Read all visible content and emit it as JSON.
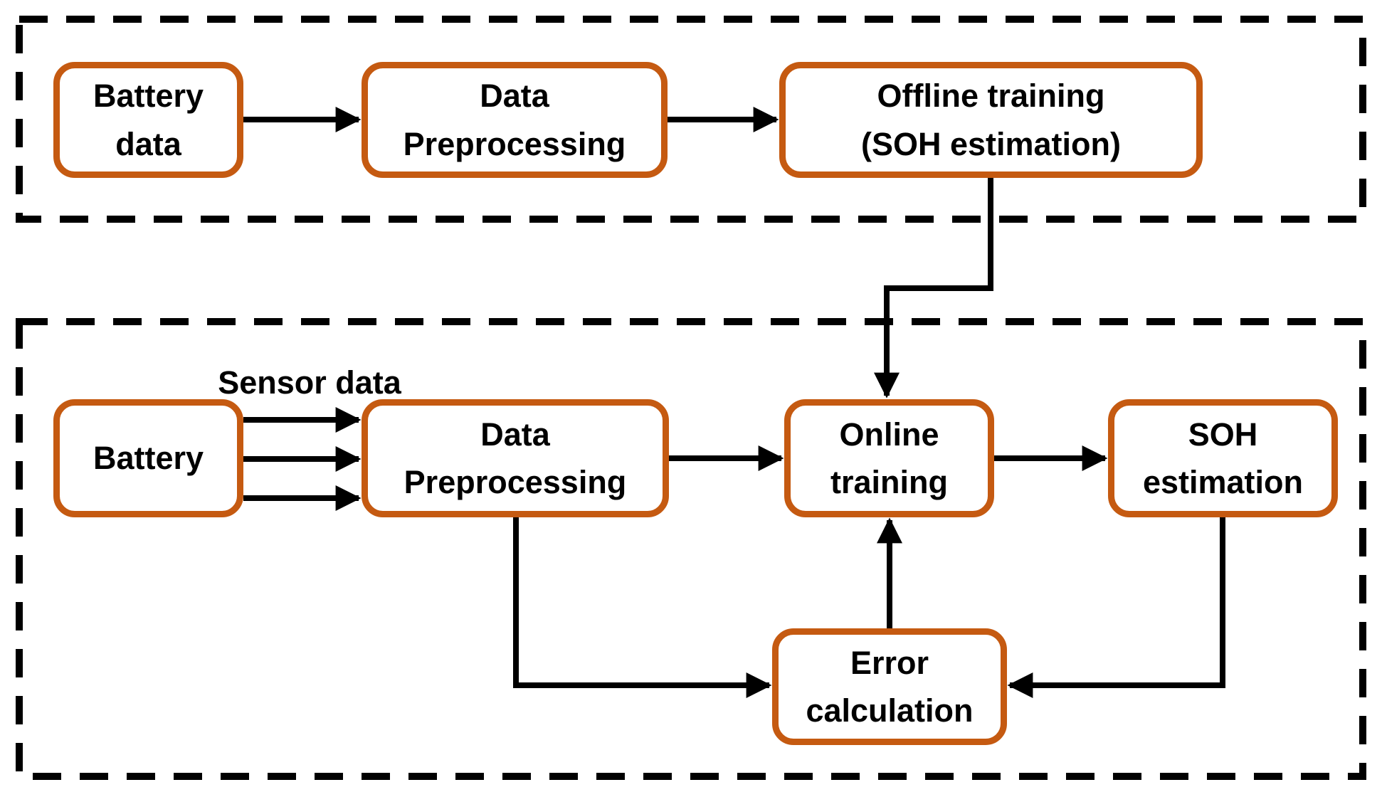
{
  "colors": {
    "node_border": "#C55A11",
    "connector": "#000000",
    "section_border": "#000000",
    "text": "#000000",
    "background": "#FFFFFF"
  },
  "sections": {
    "offline": {
      "nodes": {
        "battery_data": {
          "lines": [
            "Battery",
            "data"
          ]
        },
        "data_preprocessing": {
          "lines": [
            "Data",
            "Preprocessing"
          ]
        },
        "offline_training": {
          "lines": [
            "Offline training",
            "(SOH estimation)"
          ]
        }
      }
    },
    "online": {
      "sensor_data_label": "Sensor data",
      "nodes": {
        "battery": {
          "lines": [
            "Battery"
          ]
        },
        "data_preprocessing": {
          "lines": [
            "Data",
            "Preprocessing"
          ]
        },
        "online_training": {
          "lines": [
            "Online",
            "training"
          ]
        },
        "soh_estimation": {
          "lines": [
            "SOH",
            "estimation"
          ]
        },
        "error_calculation": {
          "lines": [
            "Error",
            "calculation"
          ]
        }
      }
    }
  },
  "edges": [
    {
      "from": "offline.battery_data",
      "to": "offline.data_preprocessing"
    },
    {
      "from": "offline.data_preprocessing",
      "to": "offline.offline_training"
    },
    {
      "from": "offline.offline_training",
      "to": "online.online_training"
    },
    {
      "from": "online.battery",
      "to": "online.data_preprocessing",
      "count": 3,
      "label": "Sensor data"
    },
    {
      "from": "online.data_preprocessing",
      "to": "online.online_training"
    },
    {
      "from": "online.online_training",
      "to": "online.soh_estimation"
    },
    {
      "from": "online.data_preprocessing",
      "to": "online.error_calculation"
    },
    {
      "from": "online.soh_estimation",
      "to": "online.error_calculation"
    },
    {
      "from": "online.error_calculation",
      "to": "online.online_training"
    }
  ]
}
